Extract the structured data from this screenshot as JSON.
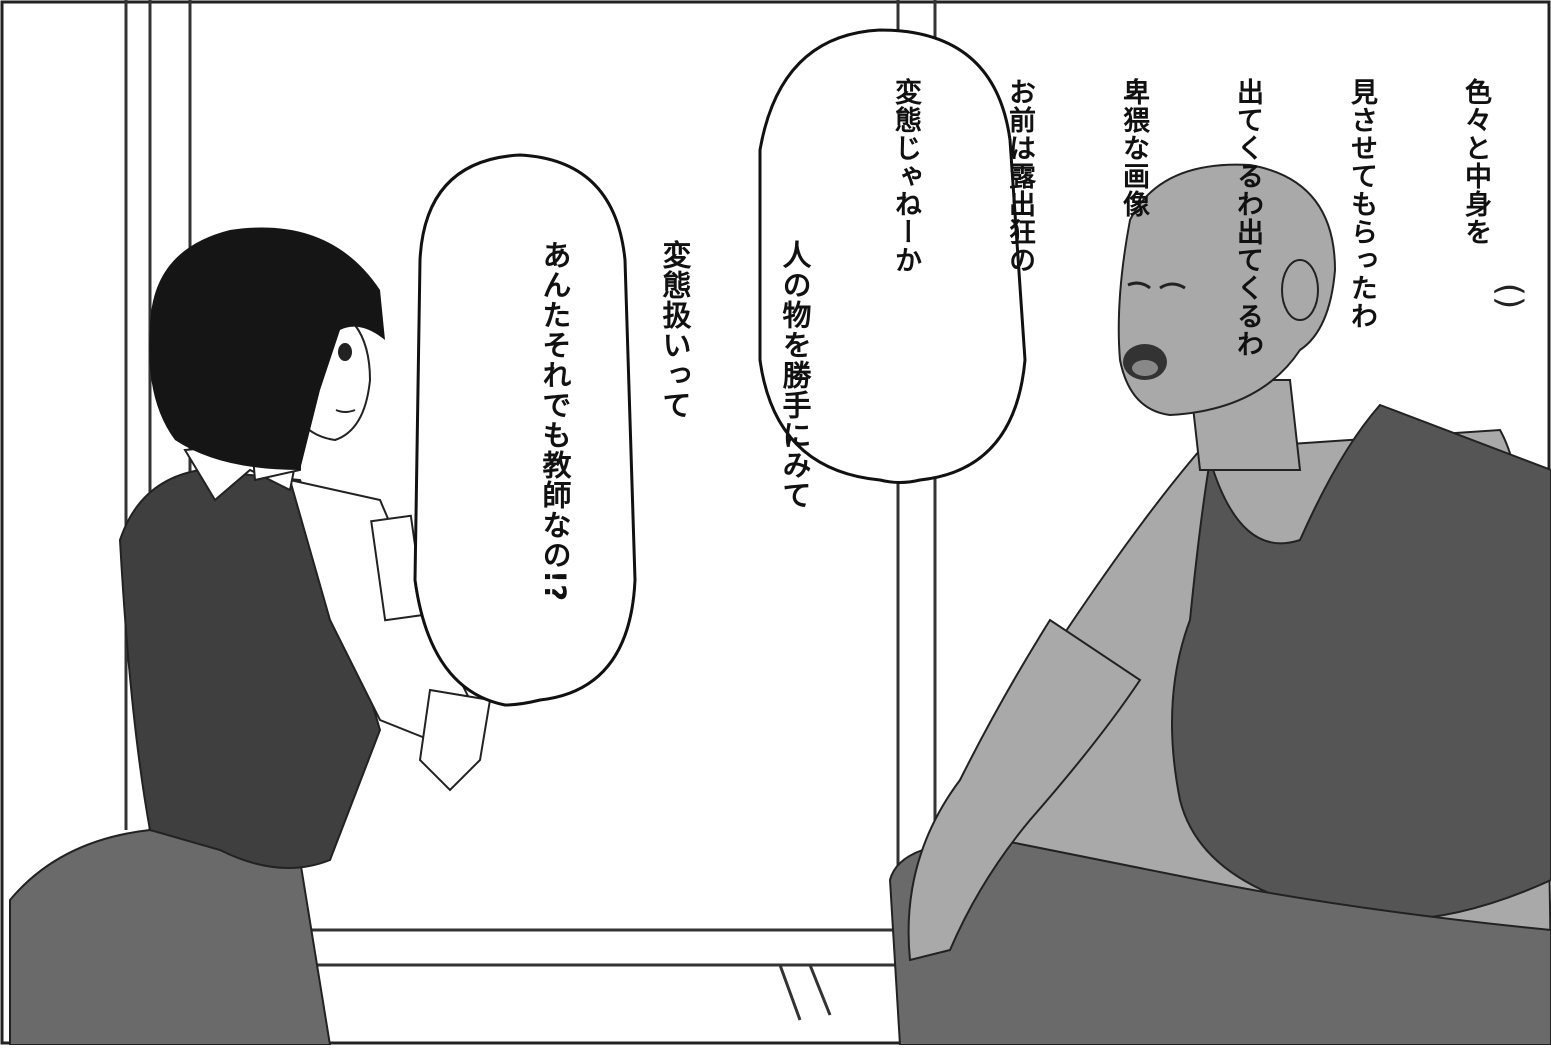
{
  "panel": {
    "bubble_left": {
      "lines": [
        "人の物を勝手にみて",
        "変態扱いって",
        "あんたそれでも教師なの!?"
      ]
    },
    "bubble_right": {
      "lines": [
        "色々と中身を",
        "見させてもらったわ",
        "出てくるわ出てくるわ",
        "卑猥な画像",
        "お前は露出狂の",
        "変態じゃねーか"
      ]
    },
    "sfx": "()"
  },
  "colors": {
    "ink": "#111111",
    "skin_man": "#a9a9a9",
    "tanktop": "#555555",
    "vest": "#3f3f3f",
    "skirt": "#6a6a6a",
    "hair": "#151515"
  }
}
